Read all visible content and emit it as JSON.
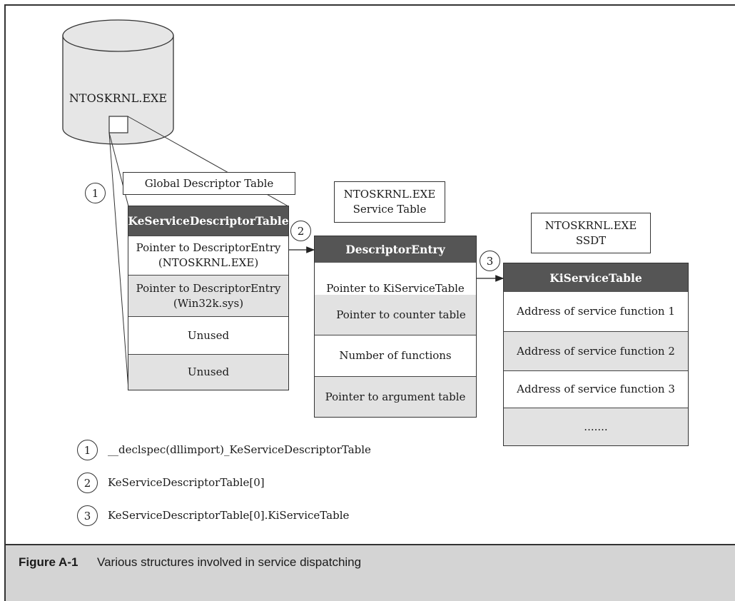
{
  "disk": {
    "label": "NTOSKRNL.EXE"
  },
  "gdt_box": {
    "label": "Global Descriptor Table"
  },
  "svc_table_box": {
    "line1": "NTOSKRNL.EXE",
    "line2": "Service Table"
  },
  "ssdt_box": {
    "line1": "NTOSKRNL.EXE",
    "line2": "SSDT"
  },
  "ke_table": {
    "header": "KeServiceDescriptorTable",
    "rows": [
      {
        "line1": "Pointer to DescriptorEntry",
        "line2": "(NTOSKRNL.EXE)"
      },
      {
        "line1": "Pointer to DescriptorEntry",
        "line2": "(Win32k.sys)"
      },
      {
        "line1": "Unused",
        "line2": ""
      },
      {
        "line1": "Unused",
        "line2": ""
      }
    ]
  },
  "desc_table": {
    "header": "DescriptorEntry",
    "rows": [
      "Pointer to KiServiceTable",
      "Pointer to counter table",
      "Number of functions",
      "Pointer to argument table"
    ]
  },
  "ki_table": {
    "header": "KiServiceTable",
    "rows": [
      "Address of service function 1",
      "Address of service function 2",
      "Address of service function 3",
      "......."
    ]
  },
  "markers": [
    "1",
    "2",
    "3"
  ],
  "legend": [
    {
      "num": "1",
      "text": "__declspec(dllimport)_KeServiceDescriptorTable"
    },
    {
      "num": "2",
      "text": "KeServiceDescriptorTable[0]"
    },
    {
      "num": "3",
      "text": "KeServiceDescriptorTable[0].KiServiceTable"
    }
  ],
  "caption": {
    "number": "Figure A-1",
    "text": "Various structures involved in service dispatching"
  },
  "colors": {
    "header": "#555555",
    "shade": "#e2e2e2",
    "caption_bg": "#d4d4d4"
  }
}
